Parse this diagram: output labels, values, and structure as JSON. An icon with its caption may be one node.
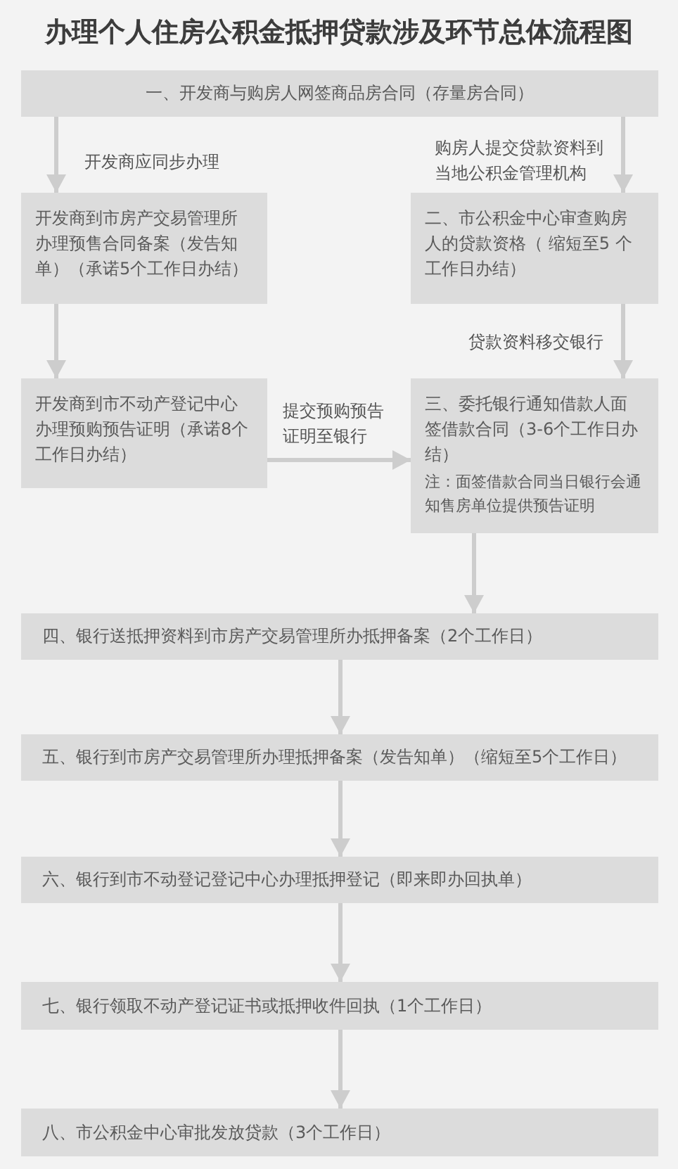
{
  "diagram": {
    "title": "办理个人住房公积金抵押贷款涉及环节总体流程图",
    "nodes": [
      {
        "text": [
          "一、开发商与购房人网签商品房合同（存量房合同）"
        ]
      },
      {
        "text": [
          "开发商到市房产交易管理所办理预售合同备案（发告知单）（承诺5个工作日办结）"
        ]
      },
      {
        "text": [
          "二、市公积金中心审查购房人的贷款资格（ 缩短至5 个工作日办结）"
        ]
      },
      {
        "text": [
          "开发商到市不动产登记中心办理预购预告证明（承诺8个工作日办结）"
        ]
      },
      {
        "text": [
          "三、委托银行通知借款人面签借款合同（3-6个工作日办结）",
          "注：面签借款合同当日银行会通知售房单位提供预告证明"
        ]
      },
      {
        "text": [
          "四、银行送抵押资料到市房产交易管理所办抵押备案（2个工作日）"
        ]
      },
      {
        "text": [
          "五、银行到市房产交易管理所办理抵押备案（发告知单）（缩短至5个工作日）"
        ]
      },
      {
        "text": [
          "六、银行到市不动登记登记中心办理抵押登记（即来即办回执单）"
        ]
      },
      {
        "text": [
          "七、银行领取不动产登记证书或抵押收件回执（1个工作日）"
        ]
      },
      {
        "text": [
          "八、市公积金中心审批发放贷款（3个工作日）"
        ]
      }
    ],
    "edges": [
      {
        "from": 0,
        "to": 1,
        "arrow": "to",
        "label": "开发商应同步办理"
      },
      {
        "from": 0,
        "to": 2,
        "arrow": "to",
        "label": "购房人提交贷款资料到当地公积金管理机构"
      },
      {
        "from": 1,
        "to": 3,
        "arrow": "to"
      },
      {
        "from": 2,
        "to": 4,
        "arrow": "to",
        "label": "贷款资料移交银行"
      },
      {
        "from": 3,
        "to": 4,
        "arrow": "to",
        "label": "提交预购预告证明至银行"
      },
      {
        "from": 4,
        "to": 5,
        "arrow": "to"
      },
      {
        "from": 5,
        "to": 6,
        "arrow": "to"
      },
      {
        "from": 6,
        "to": 7,
        "arrow": "to"
      },
      {
        "from": 7,
        "to": 8,
        "arrow": "to"
      },
      {
        "from": 8,
        "to": 9,
        "arrow": "to"
      }
    ]
  }
}
